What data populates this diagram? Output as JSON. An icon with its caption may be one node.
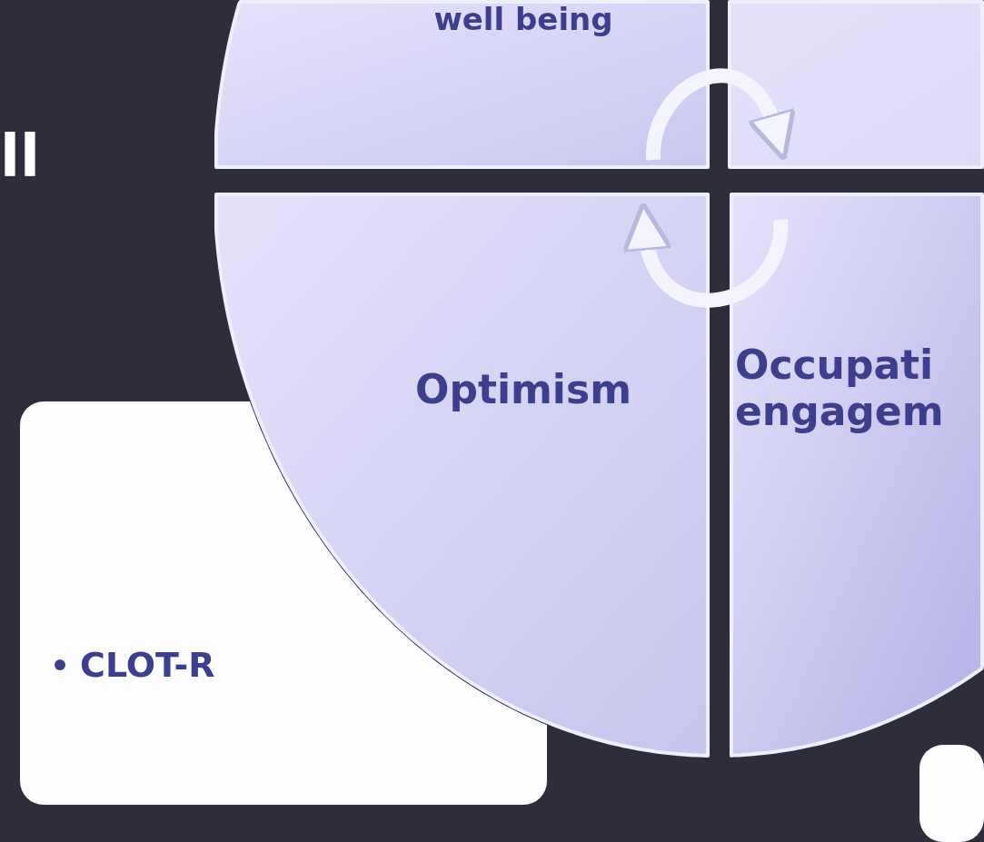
{
  "diagram": {
    "nodes": [
      {
        "text": [
          "well being"
        ]
      },
      {
        "text": [],
        "shape": "box"
      },
      {
        "text": [
          "Optimism"
        ]
      },
      {
        "text": [
          "Occupati engagem"
        ]
      },
      {
        "text": [
          "CLOT-R"
        ]
      },
      {
        "text": [],
        "shape": "box"
      }
    ],
    "edges": [
      {
        "from": 0,
        "to": 1,
        "arrow": "to"
      },
      {
        "from": 3,
        "to": 2,
        "arrow": "to"
      }
    ],
    "labels": [
      "ll"
    ]
  }
}
